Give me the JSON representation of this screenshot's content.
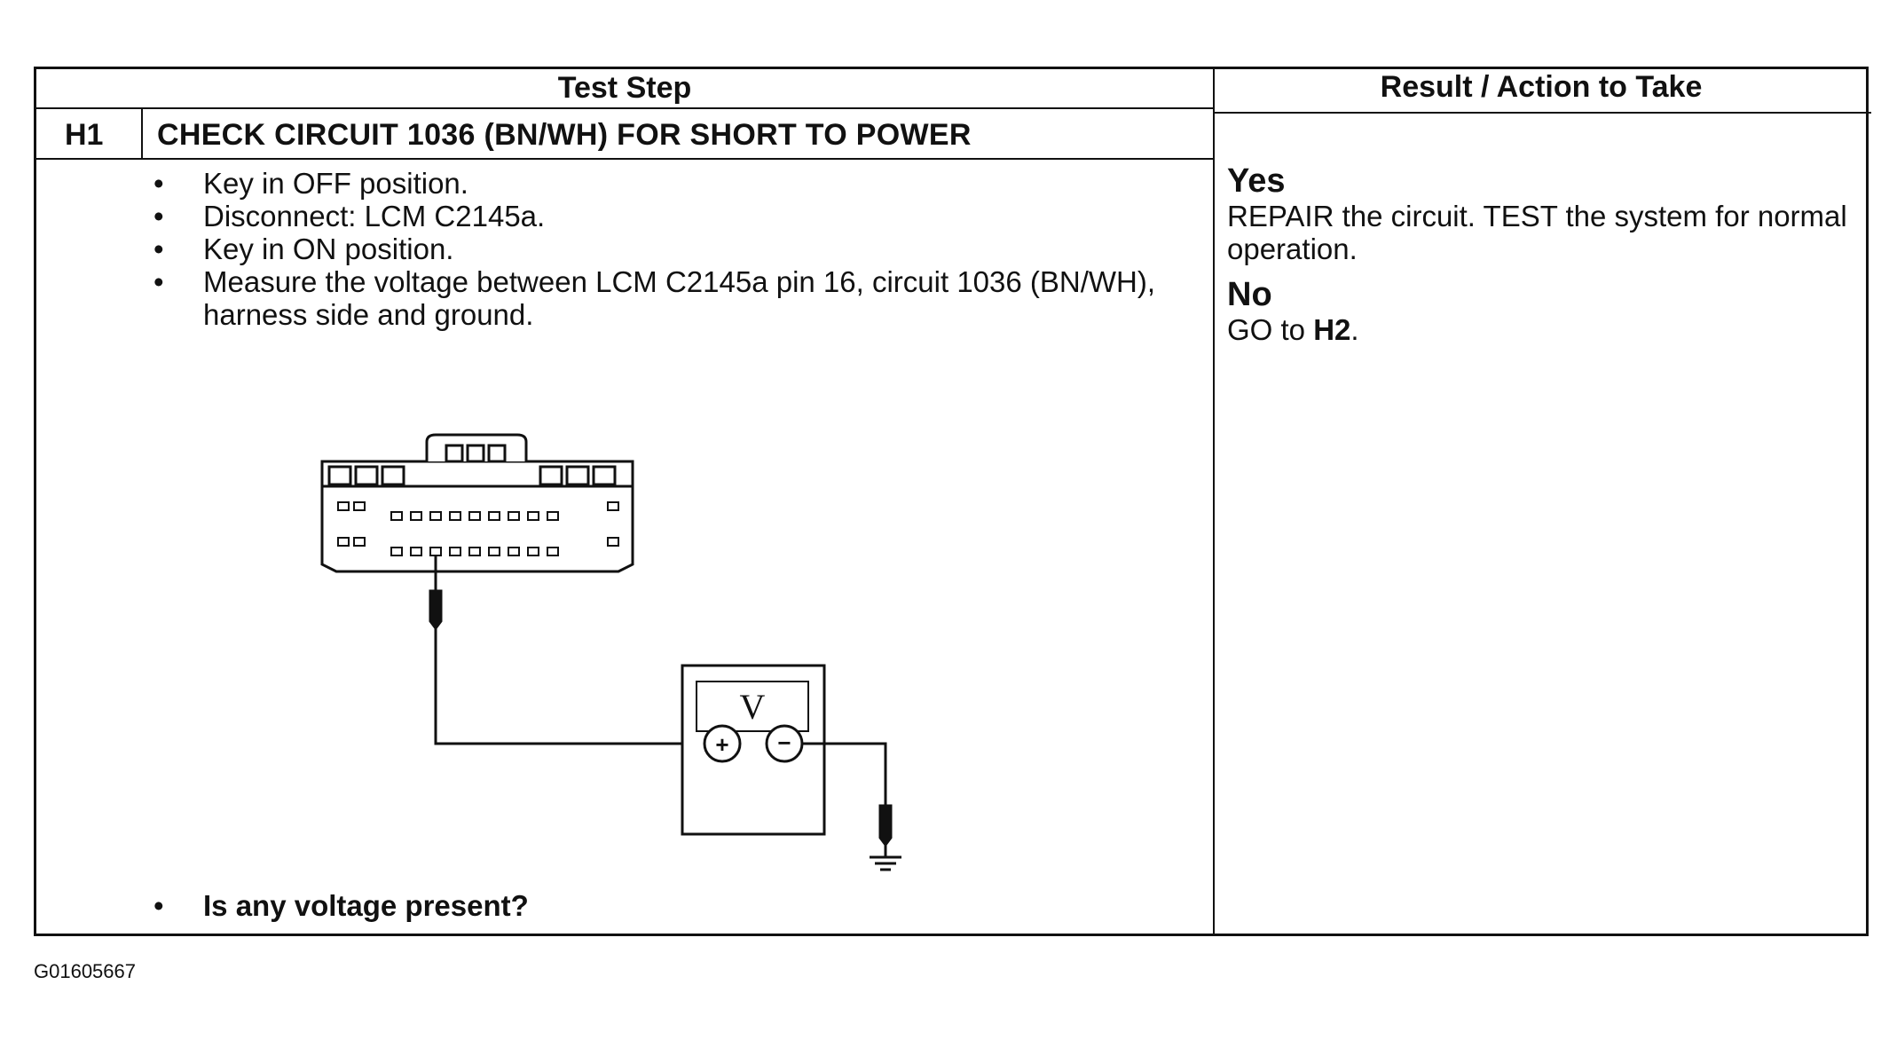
{
  "table": {
    "header_test_step": "Test Step",
    "header_result": "Result / Action to Take",
    "step_id": "H1",
    "step_title": "CHECK CIRCUIT 1036 (BN/WH) FOR SHORT TO POWER",
    "bullets": [
      "Key in OFF position.",
      "Disconnect: LCM C2145a.",
      "Key in ON position.",
      "Measure the voltage between LCM C2145a pin 16, circuit 1036 (BN/WH), harness side and ground."
    ],
    "question": "Is any voltage present?"
  },
  "result": {
    "yes_label": "Yes",
    "yes_text": "REPAIR the circuit. TEST the system for normal operation.",
    "no_label": "No",
    "no_text_prefix": "GO to ",
    "no_text_ref": "H2",
    "no_text_suffix": "."
  },
  "diagram": {
    "meter_symbol": "V",
    "plus_symbol": "+",
    "minus_symbol": "−"
  },
  "figure_id": "G01605667"
}
